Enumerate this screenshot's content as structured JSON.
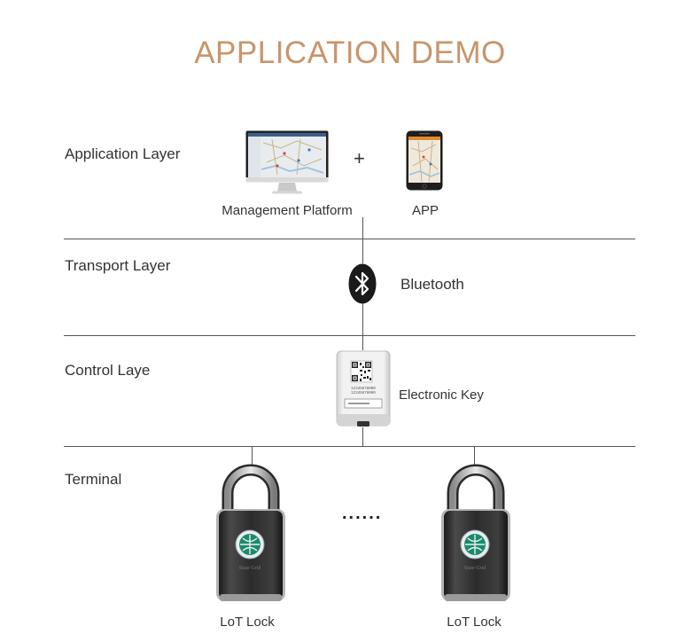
{
  "title": "APPLICATION DEMO",
  "layers": {
    "application": "Application Layer",
    "transport": "Transport Layer",
    "control": "Control Laye",
    "terminal": "Terminal"
  },
  "application_layer": {
    "platform_label": "Management Platform",
    "plus": "+",
    "app_label": "APP"
  },
  "transport_layer": {
    "bluetooth_label": "Bluetooth"
  },
  "control_layer": {
    "key_label": "Electronic Key",
    "key_serial_1": "12345678000",
    "key_serial_2": "12345678000"
  },
  "terminal_layer": {
    "lock_1_label": "LoT Lock",
    "lock_2_label": "LoT Lock",
    "ellipsis": "......",
    "lock_1_brand": "State Grid",
    "lock_2_brand": "State Grid"
  },
  "colors": {
    "title": "#c8956a",
    "line": "#555555",
    "text": "#333333"
  }
}
